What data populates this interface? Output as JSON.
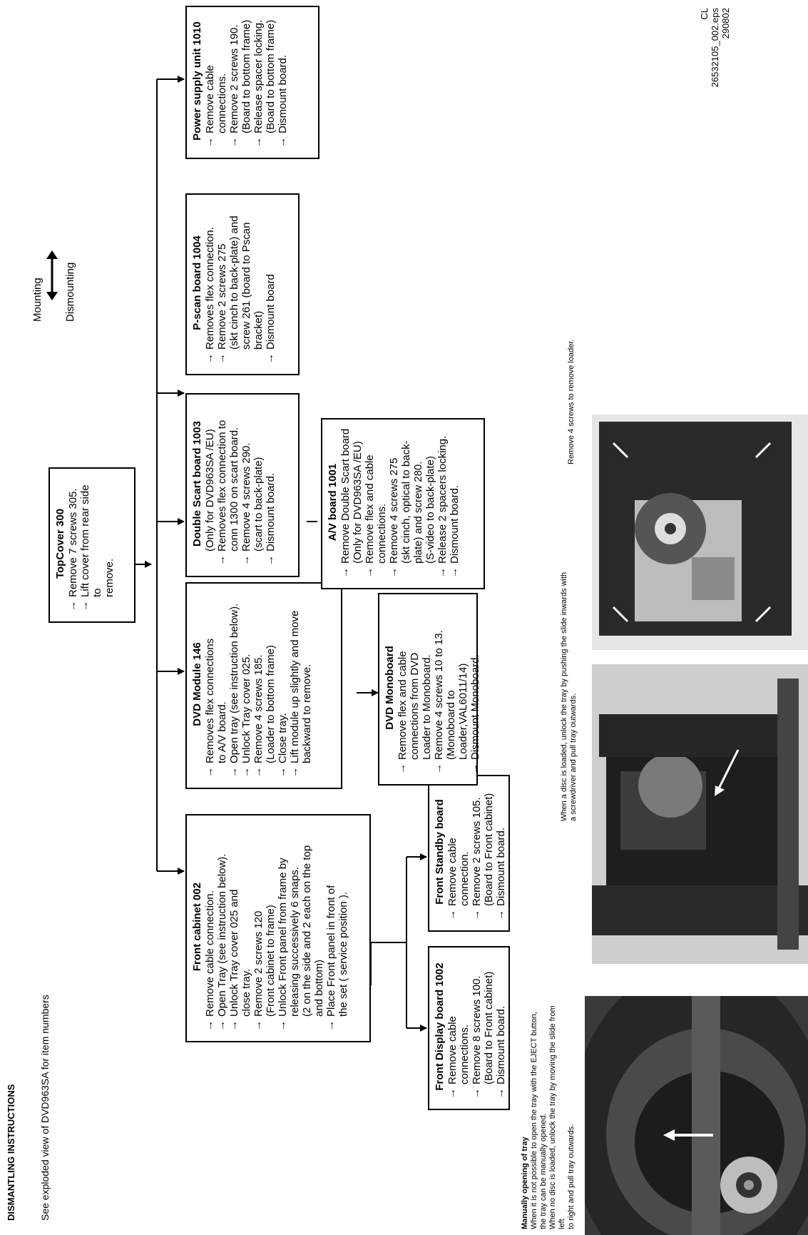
{
  "header": {
    "title": "DISMANTLING INSTRUCTIONS",
    "subtitle": "See exploded view of DVD963SA for item numbers"
  },
  "legend": {
    "mounting": "Mounting",
    "dismounting": "Dismounting"
  },
  "file_ref": {
    "line1": "CL 26532105_002.eps",
    "line2": "290802"
  },
  "boxes": {
    "topcover": {
      "title": "TopCover 300",
      "items": [
        "Remove 7 screws 305.",
        "Lift cover from rear side to",
        "remove."
      ]
    },
    "front_cabinet": {
      "title": "Front cabinet  002",
      "items": [
        "Remove cable connection.",
        "Open Tray (see instruction below).",
        "Unlock Tray cover 025 and",
        "close tray.",
        "Remove 2 screws 120",
        "(Front cabinet to frame)",
        "Unlock Front panel from frame by",
        "releasing successively 6 snaps.",
        "(2 on the side and 2 each on the top",
        "and bottom)",
        "Place Front panel in front of",
        "the set ( service position )."
      ]
    },
    "dvd_module": {
      "title": "DVD Module 146",
      "items": [
        "Removes flex connections",
        "to A/V board.",
        "Open tray (see instruction below).",
        "Unlock Tray cover 025.",
        "Remove 4 screws 185.",
        "(Loader to bottom frame)",
        "Close tray.",
        "Lift module up slightly and move",
        "backward to remove."
      ]
    },
    "double_scart": {
      "title": "Double Scart board 1003",
      "items": [
        "(Only for DVD963SA /EU)",
        "Removes flex connection to",
        "conn 1300 on scart board.",
        "Remove 4 screws 290.",
        "(scart to back-plate)",
        "Dismount board."
      ]
    },
    "pscan": {
      "title": "P-scan board 1004",
      "items": [
        "Removes flex connection.",
        "Remove 2 screws 275",
        "(skt cinch to back-plate) and",
        "screw 261 (board to Pscan",
        "bracket)",
        "Dismount board"
      ]
    },
    "power_supply": {
      "title": "Power supply unit 1010",
      "items": [
        "Remove cable connections.",
        "Remove 2 screws 190.",
        "(Board to bottom frame)",
        "Release spacer locking.",
        "(Board to bottom frame)",
        "Dismount board."
      ]
    },
    "front_display": {
      "title": "Front Display board 1002",
      "items": [
        "Remove cable connections.",
        "Remove 8 screws 100.",
        "(Board to Front cabinet)",
        "Dismount board."
      ]
    },
    "front_standby": {
      "title": "Front Standby board",
      "items": [
        "Remove cable connection.",
        "Remove 2 screws 105.",
        "(Board to Front cabinet)",
        "Dismount board."
      ]
    },
    "dvd_monoboard": {
      "title": "DVD Monoboard",
      "items": [
        "Remove flex and cable",
        "connections from DVD",
        "Loader to Monoboard.",
        "Remove 4 screws 10 to 13.",
        "(Monoboard to Loader,VAL6011/14)",
        "Dismount Monoboard."
      ]
    },
    "av_board": {
      "title": "A/V board 1001",
      "items": [
        "Remove Double Scart board",
        "(Only for DVD963SA /EU)",
        "Remove flex and cable",
        "connections.",
        "Remove 4 screws 275",
        "(skt cinch, optical to back-",
        "plate) and screw 280.",
        "(S-video to back-plate)",
        "Release 2 spacers locking.",
        "Dismount board."
      ]
    }
  },
  "manual": {
    "heading": "Manually opening of tray",
    "lines": [
      "When it is not possible to open the tray with the EJECT button,",
      "the tray can be manually  opened.",
      "When no disc is loaded, unlock the tray by moving the slide from left",
      "to right and pull tray outwards."
    ]
  },
  "captions": {
    "disc_loaded": [
      "When a disc is loaded, unlock the tray by pushing the slide inwards with",
      "a screwdriver and pull tray outwards."
    ],
    "loader": "Remove 4 screws to remove loader."
  }
}
